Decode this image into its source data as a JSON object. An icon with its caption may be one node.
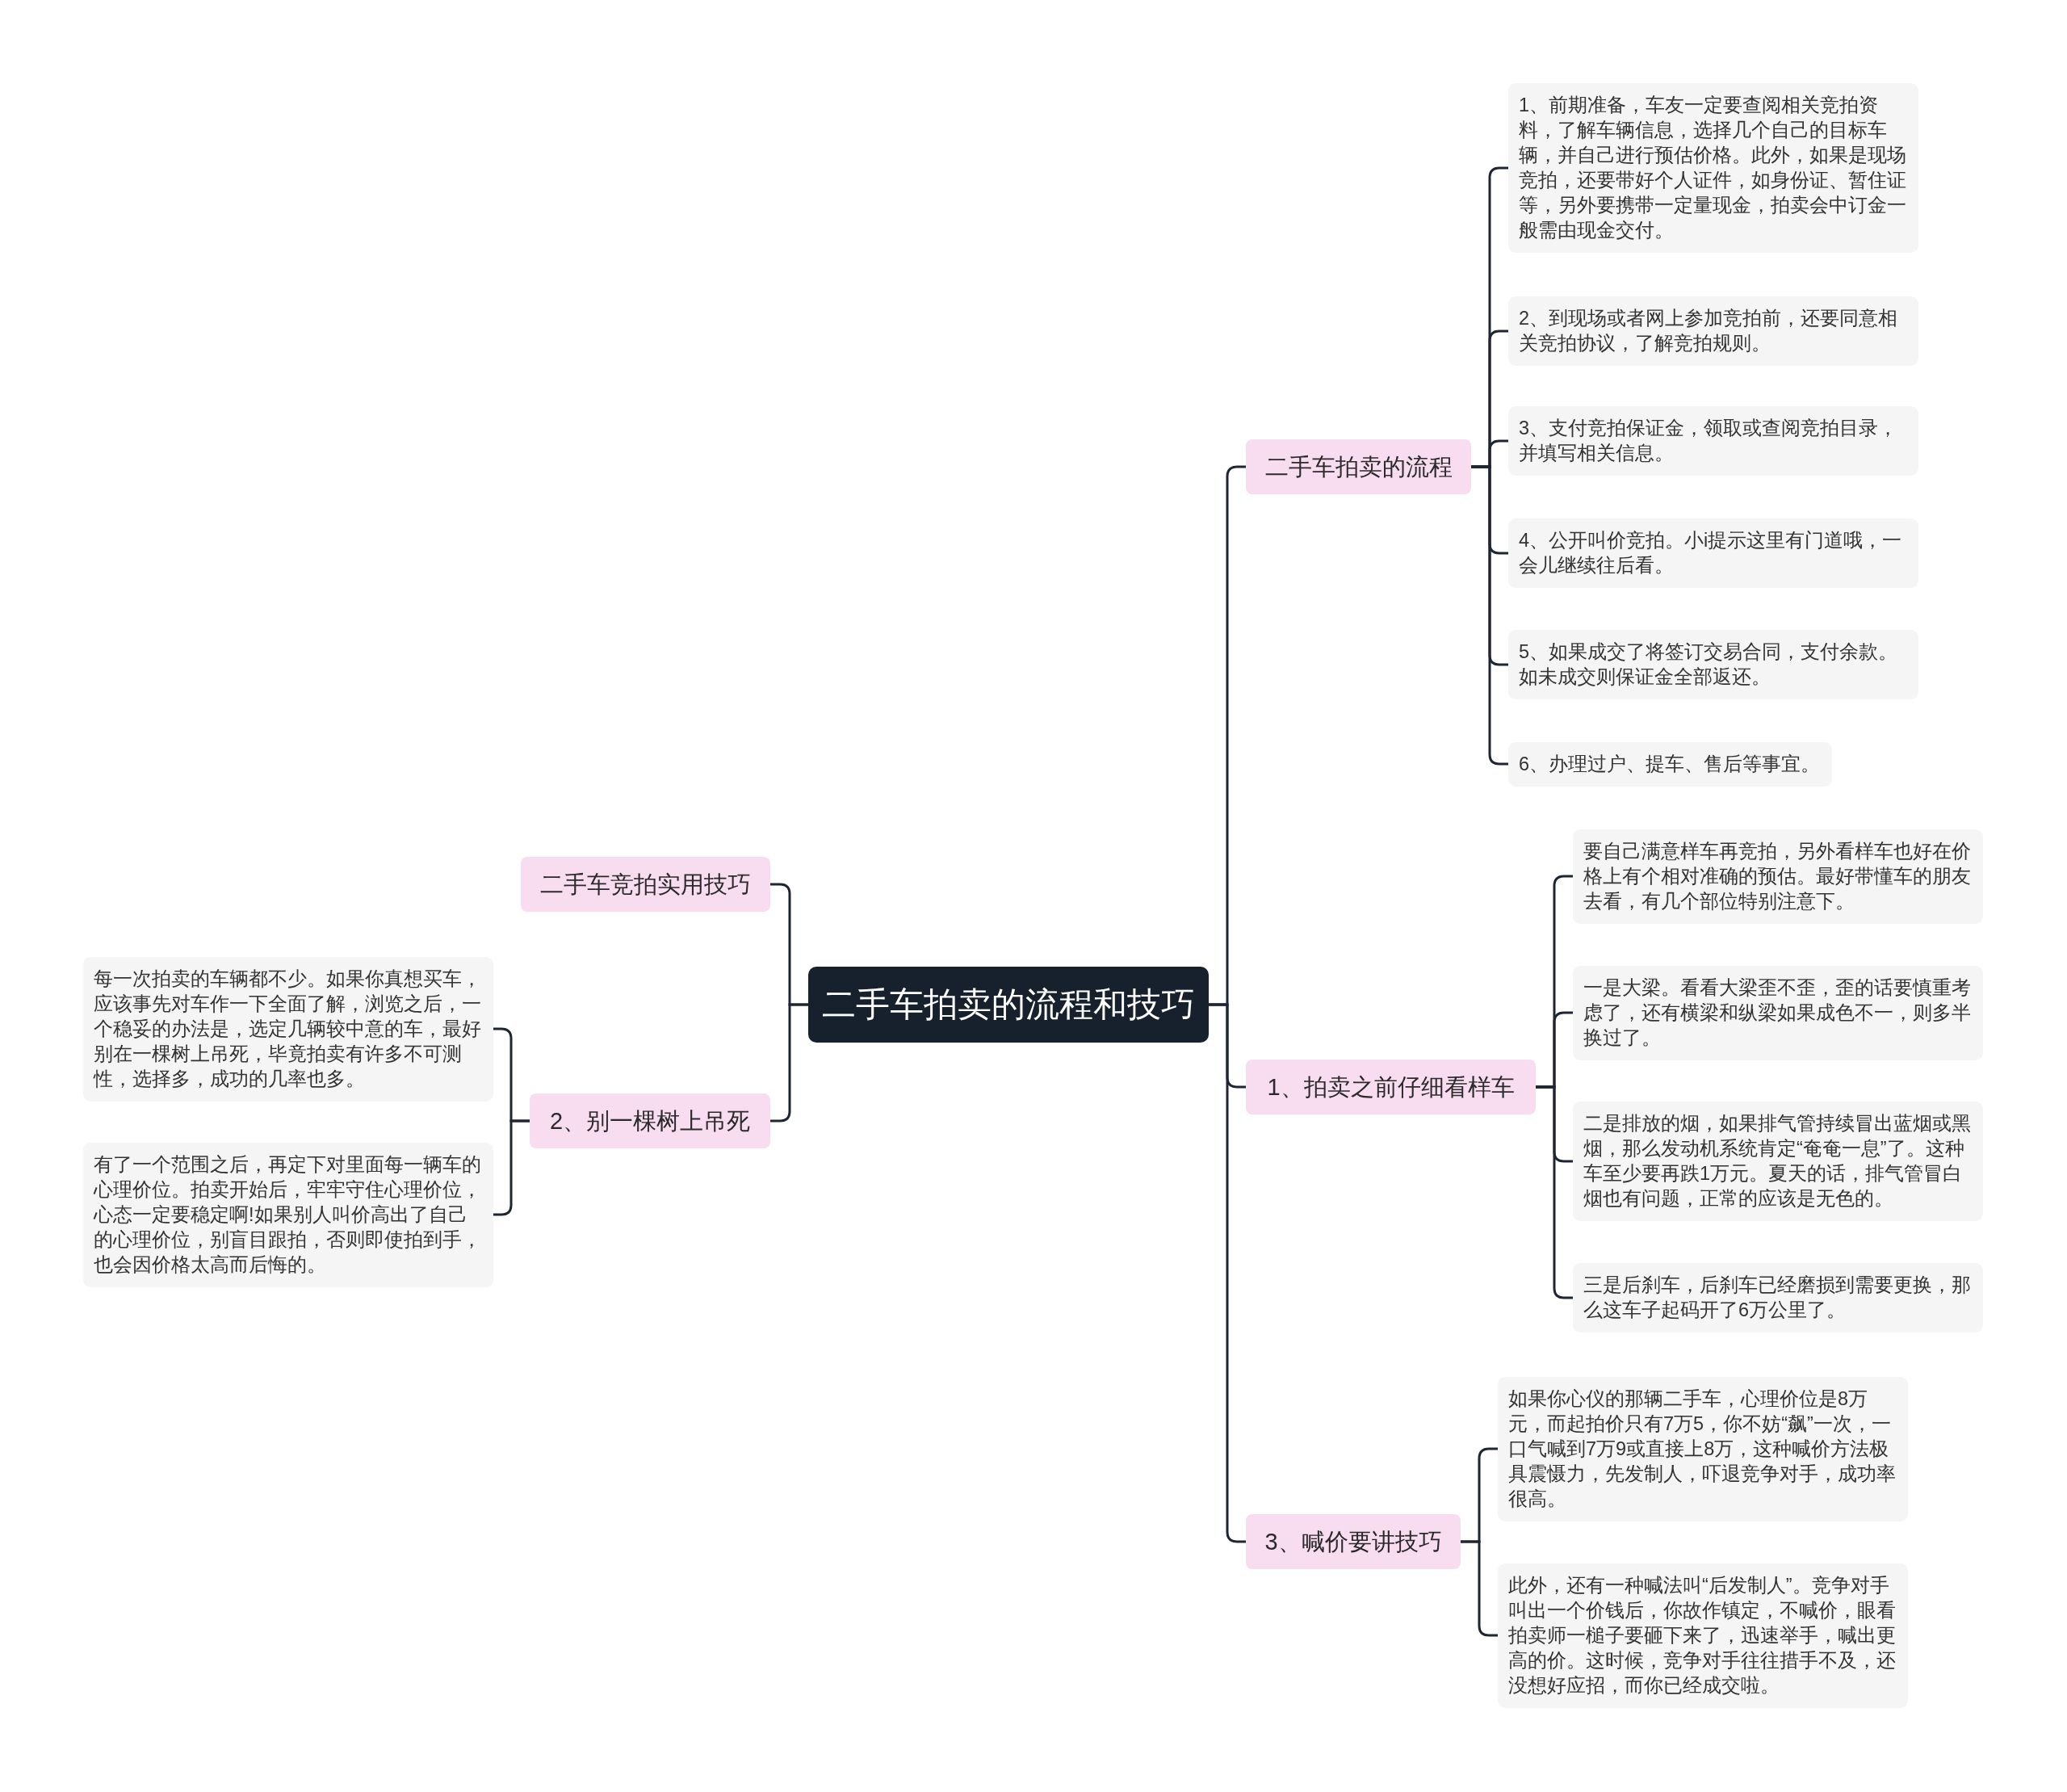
{
  "diagram": {
    "nodes": [
      {
        "text": [
          "二手车拍卖的流程和技巧"
        ]
      },
      {
        "text": [
          "二手车拍卖的流程"
        ]
      },
      {
        "text": [
          "1、前期准备，车友一定要查阅相关竞拍资料，了解车辆信息，选择几个自己的目标车辆，并自己进行预估价格。此外，如果是现场竞拍，还要带好个人证件，如身份证、暂住证等，另外要携带一定量现金，拍卖会中订金一般需由现金交付。"
        ]
      },
      {
        "text": [
          "2、到现场或者网上参加竞拍前，还要同意相关竞拍协议，了解竞拍规则。"
        ]
      },
      {
        "text": [
          "3、支付竞拍保证金，领取或查阅竞拍目录，并填写相关信息。"
        ]
      },
      {
        "text": [
          "4、公开叫价竞拍。小i提示这里有门道哦，一会儿继续往后看。"
        ]
      },
      {
        "text": [
          "5、如果成交了将签订交易合同，支付余款。如未成交则保证金全部返还。"
        ]
      },
      {
        "text": [
          "6、办理过户、提车、售后等事宜。"
        ]
      },
      {
        "text": [
          "1、拍卖之前仔细看样车"
        ]
      },
      {
        "text": [
          "要自己满意样车再竞拍，另外看样车也好在价格上有个相对准确的预估。最好带懂车的朋友去看，有几个部位特别注意下。"
        ]
      },
      {
        "text": [
          "一是大梁。看看大梁歪不歪，歪的话要慎重考虑了，还有横梁和纵梁如果成色不一，则多半换过了。"
        ]
      },
      {
        "text": [
          "二是排放的烟，如果排气管持续冒出蓝烟或黑烟，那么发动机系统肯定“奄奄一息”了。这种车至少要再跌1万元。夏天的话，排气管冒白烟也有问题，正常的应该是无色的。"
        ]
      },
      {
        "text": [
          "三是后刹车，后刹车已经磨损到需要更换，那么这车子起码开了6万公里了。"
        ]
      },
      {
        "text": [
          "3、喊价要讲技巧"
        ]
      },
      {
        "text": [
          "如果你心仪的那辆二手车，心理价位是8万元，而起拍价只有7万5，你不妨“飙”一次，一口气喊到7万9或直接上8万，这种喊价方法极具震慑力，先发制人，吓退竞争对手，成功率很高。"
        ]
      },
      {
        "text": [
          "此外，还有一种喊法叫“后发制人”。竞争对手叫出一个价钱后，你故作镇定，不喊价，眼看拍卖师一槌子要砸下来了，迅速举手，喊出更高的价。这时候，竞争对手往往措手不及，还没想好应招，而你已经成交啦。"
        ]
      },
      {
        "text": [
          "二手车竞拍实用技巧"
        ]
      },
      {
        "text": [
          "2、别一棵树上吊死"
        ]
      },
      {
        "text": [
          "每一次拍卖的车辆都不少。如果你真想买车，应该事先对车作一下全面了解，浏览之后，一个稳妥的办法是，选定几辆较中意的车，最好别在一棵树上吊死，毕竟拍卖有许多不可测性，选择多，成功的几率也多。"
        ]
      },
      {
        "text": [
          "有了一个范围之后，再定下对里面每一辆车的心理价位。拍卖开始后，牢牢守住心理价位，心态一定要稳定啊!如果别人叫价高出了自己的心理价位，别盲目跟拍，否则即使拍到手，也会因价格太高而后悔的。"
        ]
      }
    ],
    "edges": [
      {
        "from": 0,
        "to": 1,
        "arrow": "none"
      },
      {
        "from": 1,
        "to": 2,
        "arrow": "none"
      },
      {
        "from": 1,
        "to": 3,
        "arrow": "none"
      },
      {
        "from": 1,
        "to": 4,
        "arrow": "none"
      },
      {
        "from": 1,
        "to": 5,
        "arrow": "none"
      },
      {
        "from": 1,
        "to": 6,
        "arrow": "none"
      },
      {
        "from": 1,
        "to": 7,
        "arrow": "none"
      },
      {
        "from": 0,
        "to": 8,
        "arrow": "none"
      },
      {
        "from": 8,
        "to": 9,
        "arrow": "none"
      },
      {
        "from": 8,
        "to": 10,
        "arrow": "none"
      },
      {
        "from": 8,
        "to": 11,
        "arrow": "none"
      },
      {
        "from": 8,
        "to": 12,
        "arrow": "none"
      },
      {
        "from": 0,
        "to": 13,
        "arrow": "none"
      },
      {
        "from": 13,
        "to": 14,
        "arrow": "none"
      },
      {
        "from": 13,
        "to": 15,
        "arrow": "none"
      },
      {
        "from": 0,
        "to": 16,
        "arrow": "none"
      },
      {
        "from": 0,
        "to": 17,
        "arrow": "none"
      },
      {
        "from": 17,
        "to": 18,
        "arrow": "none"
      },
      {
        "from": 17,
        "to": 19,
        "arrow": "none"
      }
    ]
  }
}
